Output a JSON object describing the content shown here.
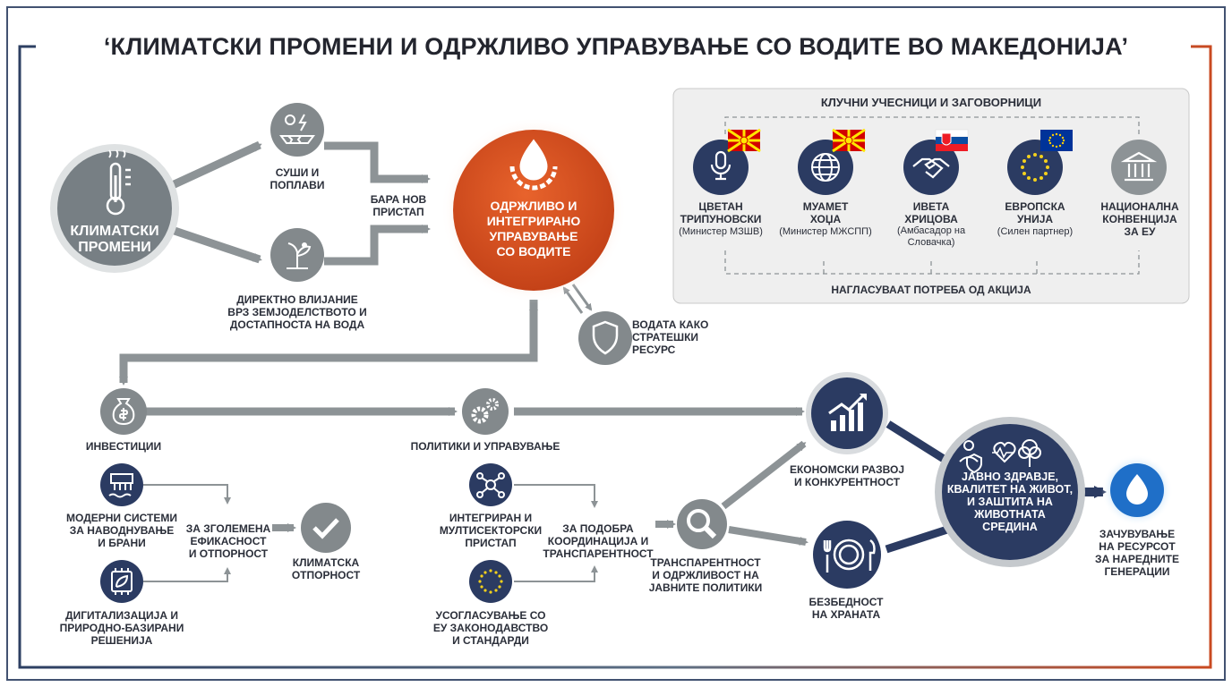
{
  "title": "‘КЛИМАТСКИ ПРОМЕНИ И ОДРЖЛИВО УПРАВУВАЊЕ СО ВОДИТЕ ВО МАКЕДОНИЈА’",
  "colors": {
    "accent": "#c94a21",
    "navy": "#2b3b62",
    "gray": "#8d9396",
    "dark_gray": "#6b7276",
    "panel": "#efefef"
  },
  "climate": {
    "label": "КЛИМАТСКИ\nПРОМЕНИ",
    "icon": "thermometer-icon"
  },
  "impacts": [
    {
      "label": "СУШИ И\nПОПЛАВИ",
      "icon": "drought-storm-icon"
    },
    {
      "label": "ДИРЕКТНО ВЛИЈАНИЕ\nВРЗ ЗЕМЈОДЕЛСТВОТО И\nДОСТАПНОСТА НА ВОДА",
      "icon": "wilting-plant-icon"
    }
  ],
  "new_approach": "БАРА НОВ\nПРИСТАП",
  "core": {
    "label": "ОДРЖЛИВО И\nИНТЕГРИРАНО\nУПРАВУВАЊЕ\nСО ВОДИТЕ",
    "icon": "water-gear-icon"
  },
  "strategic": {
    "label": "ВОДАТА КАКО\nСТРАТЕШКИ\nРЕСУРС",
    "icon": "shield-icon"
  },
  "stakeholders": {
    "title": "КЛУЧНИ УЧЕСНИЦИ И ЗАГОВОРНИЦИ",
    "footer": "НАГЛАСУВААТ ПОТРЕБА ОД АКЦИЈА",
    "items": [
      {
        "name": "ЦВЕТАН\nТРИПУНОВСКИ",
        "role": "(Министер МЗШВ)",
        "icon": "microphone-icon",
        "flag": "north-macedonia-flag"
      },
      {
        "name": "МУАМЕТ\nХОЏА",
        "role": "(Министер МЖСПП)",
        "icon": "globe-icon",
        "flag": "north-macedonia-flag"
      },
      {
        "name": "ИВЕТА\nХРИЦОВА",
        "role": "(Амбасадор на\nСловачка)",
        "icon": "handshake-icon",
        "flag": "slovakia-flag"
      },
      {
        "name": "ЕВРОПСКА\nУНИЈА",
        "role": "(Силен партнер)",
        "icon": "eu-stars-icon",
        "flag": "eu-flag"
      },
      {
        "name": "НАЦИОНАЛНА\nКОНВЕНЦИЈА\nЗА ЕУ",
        "role": "",
        "icon": "institution-icon",
        "flag": ""
      }
    ]
  },
  "investments": {
    "label": "ИНВЕСТИЦИИ",
    "icon": "money-bag-icon",
    "items": [
      {
        "label": "МОДЕРНИ СИСТЕМИ\nЗА НАВОДНУВАЊЕ\nИ БРАНИ",
        "icon": "dam-icon"
      },
      {
        "label": "ДИГИТАЛИЗАЦИЈА И\nПРИРОДНО-БАЗИРАНИ\nРЕШЕНИЈА",
        "icon": "chip-leaf-icon"
      }
    ],
    "efficiency": "ЗА ЗГОЛЕМЕНА\nЕФИКАСНОСТ\nИ ОТПОРНОСТ",
    "resilience": {
      "label": "КЛИМАТСКА\nОТПОРНОСТ",
      "icon": "checkmark-icon"
    }
  },
  "policies": {
    "label": "ПОЛИТИКИ И УПРАВУВАЊЕ",
    "icon": "gears-icon",
    "items": [
      {
        "label": "ИНТЕГРИРАН И\nМУЛТИСЕКТОРСКИ\nПРИСТАП",
        "icon": "network-icon"
      },
      {
        "label": "УСОГЛАСУВАЊЕ СО\nЕУ ЗАКОНОДАВСТВО\nИ СТАНДАРДИ",
        "icon": "eu-stars-icon"
      }
    ],
    "coordination": "ЗА ПОДОБРА\nКООРДИНАЦИЈА И\nТРАНСПАРЕНТНОСТ",
    "transparency": {
      "label": "ТРАНСПАРЕНТНОСТ\nИ ОДРЖЛИВОСТ НА\nЈАВНИТЕ ПОЛИТИКИ",
      "icon": "magnifier-icon"
    }
  },
  "economy": {
    "label": "ЕКОНОМСКИ РАЗВОЈ\nИ КОНКУРЕНТНОСТ",
    "icon": "growth-chart-icon"
  },
  "food": {
    "label": "БЕЗБЕДНОСТ\nНА ХРАНАТА",
    "icon": "plate-icon"
  },
  "health": {
    "label": "ЈАВНО ЗДРАВЈЕ,\nКВАЛИТЕТ НА ЖИВОТ,\nИ ЗАШТИТА НА\nЖИВОТНАТА\nСРЕДИНА",
    "icon": "health-nature-icon"
  },
  "future": {
    "label": "ЗАЧУВУВАЊЕ\nНА РЕСУРСОТ\nЗА НАРЕДНИТЕ\nГЕНЕРАЦИИ",
    "icon": "water-drop-icon"
  }
}
